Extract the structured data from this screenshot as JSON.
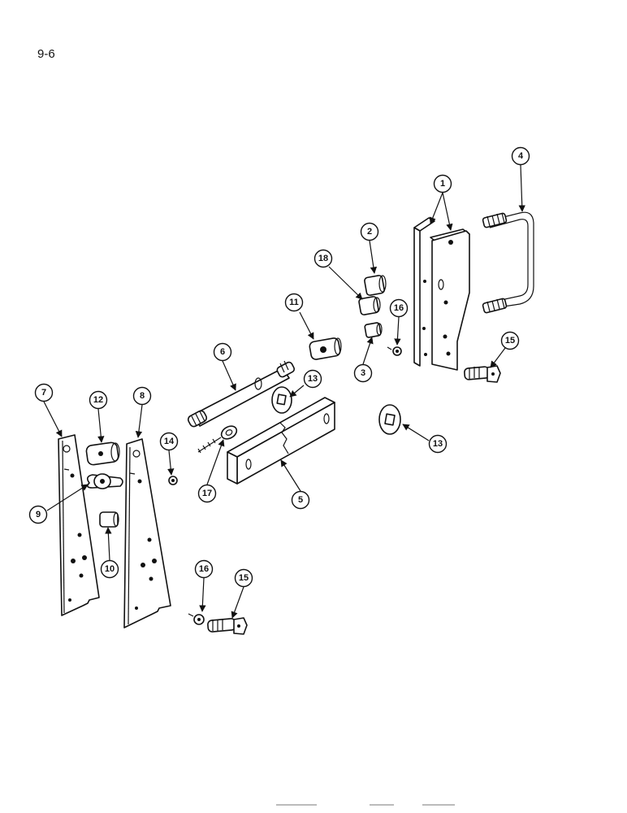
{
  "page": {
    "number": "9-6"
  },
  "callouts": [
    "1",
    "2",
    "3",
    "4",
    "5",
    "6",
    "7",
    "8",
    "9",
    "10",
    "11",
    "12",
    "13",
    "13",
    "14",
    "15",
    "15",
    "16",
    "16",
    "17",
    "18"
  ]
}
